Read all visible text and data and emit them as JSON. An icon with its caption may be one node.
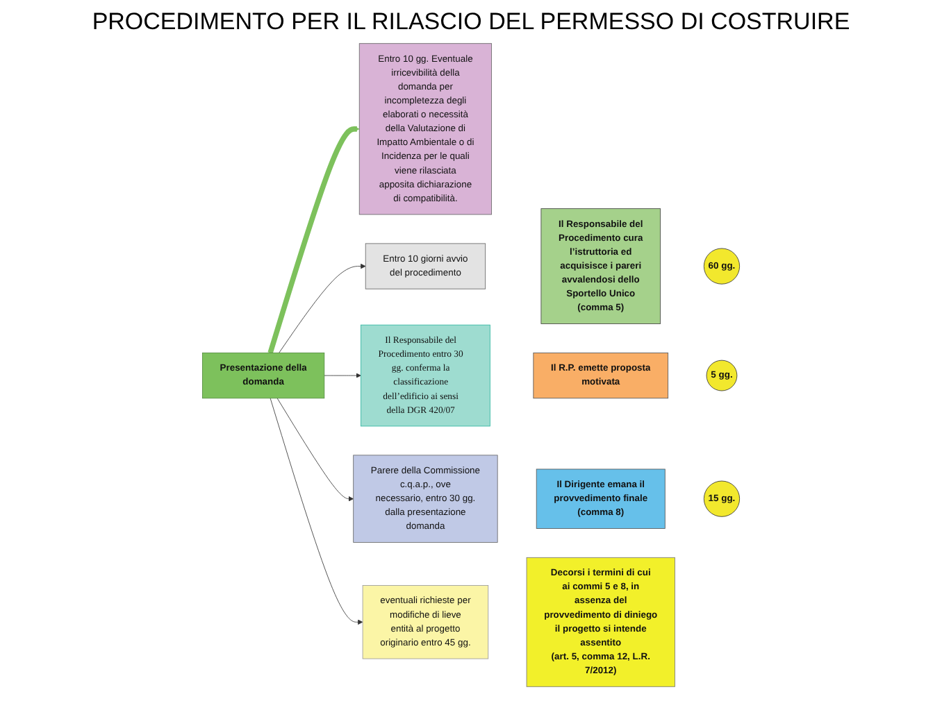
{
  "diagram": {
    "title": "PROCEDIMENTO PER IL RILASCIO DEL PERMESSO DI COSTRUIRE",
    "nodes": [
      {
        "text": [
          "Presentazione della domanda"
        ]
      },
      {
        "text": [
          "Entro 10 gg. Eventuale irricevibilità della domanda per incompletezza degli elaborati o necessità della Valutazione di Impatto Ambientale o di Incidenza per le quali viene rilasciata apposita dichiarazione di compatibilità."
        ]
      },
      {
        "text": [
          "Entro 10 giorni avvio del procedimento"
        ]
      },
      {
        "text": [
          "Il Responsabile del Procedimento entro 30 gg. conferma la classificazione dell’edificio ai sensi della DGR 420/07"
        ]
      },
      {
        "text": [
          "Parere della Commissione c.q.a.p., ove necessario, entro 30 gg. dalla presentazione domanda"
        ]
      },
      {
        "text": [
          "eventuali richieste per modifiche di lieve entità al progetto originario entro 45 gg."
        ]
      },
      {
        "text": [
          "Il Responsabile del Procedimento cura l’istruttoria ed acquisisce i pareri avvalendosi dello Sportello Unico",
          "(comma 5)"
        ]
      },
      {
        "text": [
          "60 gg."
        ]
      },
      {
        "text": [
          "Il R.P. emette proposta motivata"
        ]
      },
      {
        "text": [
          "5 gg."
        ]
      },
      {
        "text": [
          "Il Dirigente emana il provvedimento finale",
          "(comma 8)"
        ]
      },
      {
        "text": [
          "15 gg."
        ]
      },
      {
        "text": [
          "Decorsi i termini di cui ai commi 5 e 8, in assenza del provvedimento di diniego il progetto si intende assentito",
          "(art. 5, comma 12, L.R. 7/2012)"
        ]
      }
    ],
    "edges": [
      {
        "from": 0,
        "to": 1,
        "arrow": "to",
        "style": "thick",
        "color": "#7dc15c"
      },
      {
        "from": 0,
        "to": 2,
        "arrow": "to"
      },
      {
        "from": 0,
        "to": 3,
        "arrow": "to"
      },
      {
        "from": 0,
        "to": 4,
        "arrow": "to"
      },
      {
        "from": 0,
        "to": 5,
        "arrow": "to"
      }
    ]
  }
}
